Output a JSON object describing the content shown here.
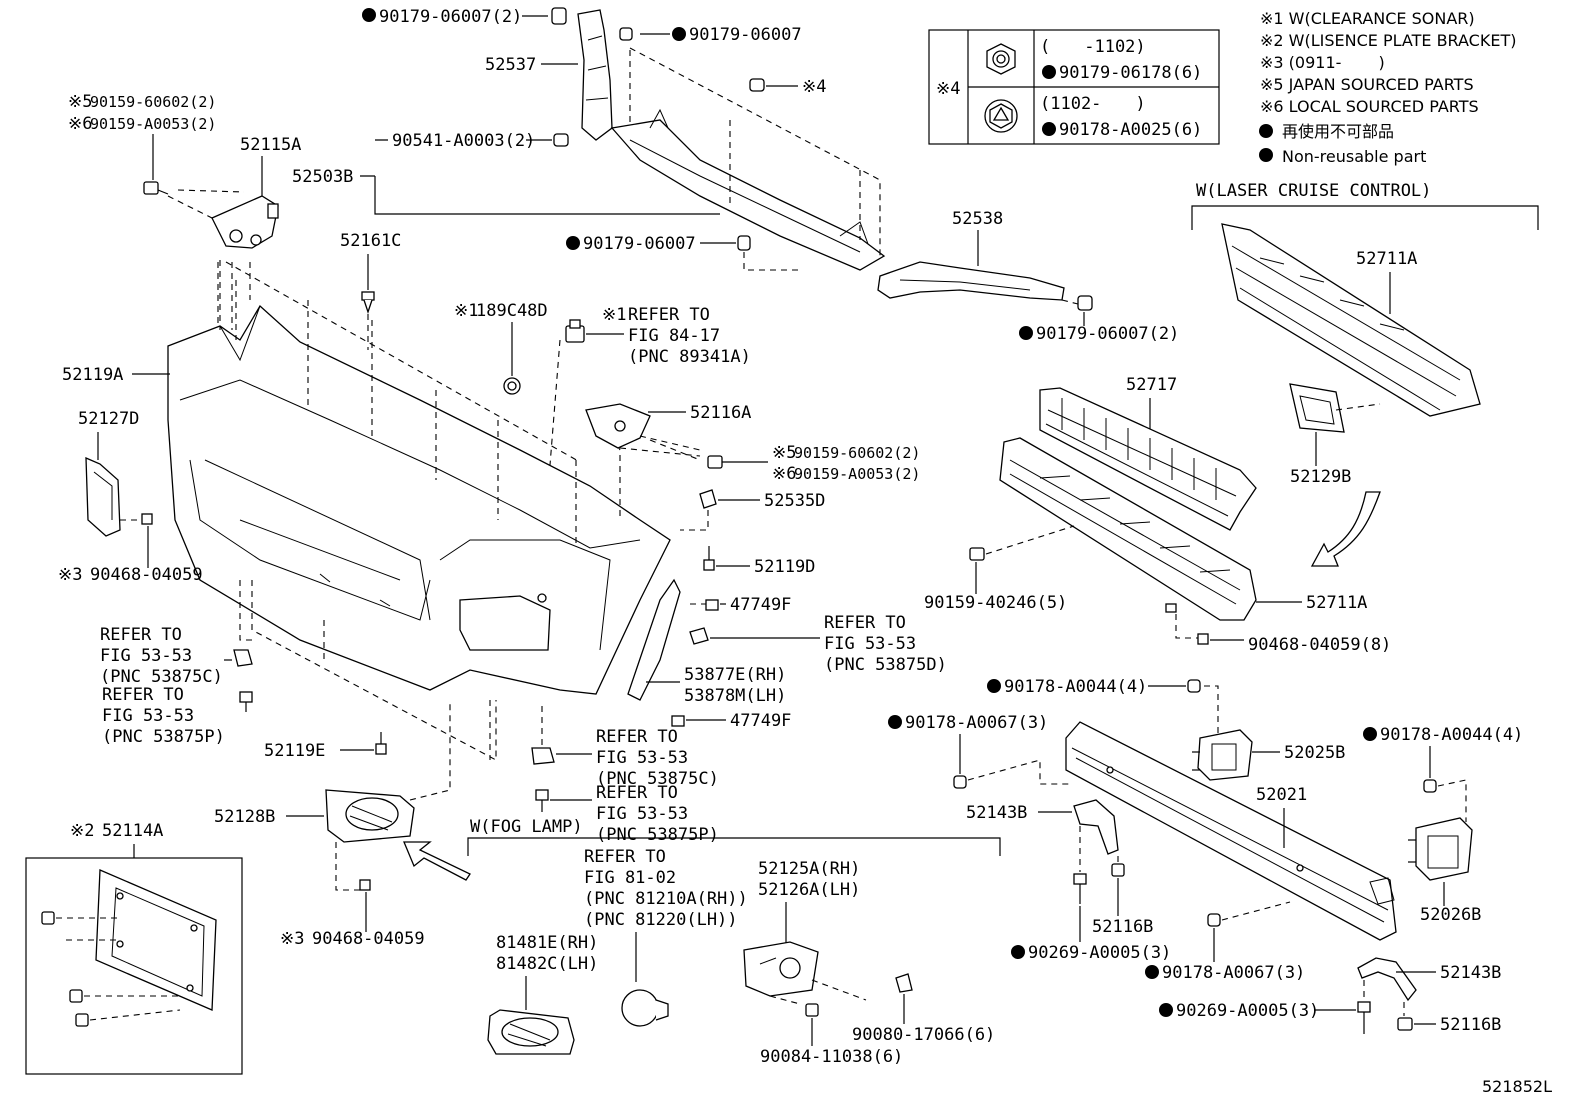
{
  "diagram_id": "521852L",
  "notes": [
    "※1 W(CLEARANCE SONAR)",
    "※2 W(LISENCE PLATE BRACKET)",
    "※3 (0911-　　 )",
    "※5 JAPAN SOURCED PARTS",
    "※6 LOCAL SOURCED PARTS",
    "再使用不可部品",
    "Non-reusable part"
  ],
  "table4": {
    "mark": "※4",
    "row1_range": "(　　-1102)",
    "row1_part": "90179-06178(6)",
    "row2_range": "(1102-　　)",
    "row2_part": "90178-A0025(6)"
  },
  "groups": {
    "laser": "W(LASER CRUISE CONTROL)",
    "fog": "W(FOG LAMP)"
  },
  "labels": {
    "p90179_06007_2_top": "90179-06007(2)",
    "p52537": "52537",
    "p90179_06007_top": "90179-06007",
    "m4": "※4",
    "p90159_60602_2_a": "90159-60602(2)",
    "p90159_A0053_2_a": "90159-A0053(2)",
    "m5a": "※5",
    "m6a": "※6",
    "p52115A": "52115A",
    "p90541": "90541-A0003(2)",
    "p52503B": "52503B",
    "p52538": "52538",
    "p90179_06007_mid": "90179-06007",
    "p52161C": "52161C",
    "p90179_06007_2_right": "90179-06007(2)",
    "p189C48D": "189C48D",
    "m189": "※1",
    "ref_84_1": "REFER TO",
    "ref_84_2": "FIG 84-17",
    "ref_84_3": "(PNC 89341A)",
    "m1": "※1",
    "p52119A": "52119A",
    "p52127D": "52127D",
    "p52116A": "52116A",
    "p90159_60602_2_b": "90159-60602(2)",
    "p90159_A0053_2_b": "90159-A0053(2)",
    "m5b": "※5",
    "m6b": "※6",
    "p52535D": "52535D",
    "m3a": "※3",
    "p90468_a": "90468-04059",
    "p52119D": "52119D",
    "p47749F_a": "47749F",
    "ref_53_c1_1": "REFER TO",
    "ref_53_c1_2": "FIG 53-53",
    "ref_53_c1_3": "(PNC 53875C)",
    "ref_53_p1_1": "REFER TO",
    "ref_53_p1_2": "FIG 53-53",
    "ref_53_p1_3": "(PNC 53875P)",
    "ref_53_d_1": "REFER TO",
    "ref_53_d_2": "FIG 53-53",
    "ref_53_d_3": "(PNC 53875D)",
    "p53877E": "53877E(RH)",
    "p53878M": "53878M(LH)",
    "p47749F_b": "47749F",
    "p52119E": "52119E",
    "ref_53_c2_1": "REFER TO",
    "ref_53_c2_2": "FIG 53-53",
    "ref_53_c2_3": "(PNC 53875C)",
    "ref_53_p2_1": "REFER TO",
    "ref_53_p2_2": "FIG 53-53",
    "ref_53_p2_3": "(PNC 53875P)",
    "p52128B": "52128B",
    "m2": "※2",
    "p52114A": "52114A",
    "m3b": "※3",
    "p90468_b": "90468-04059",
    "ref_81_1": "REFER TO",
    "ref_81_2": "FIG 81-02",
    "ref_81_3": "(PNC 81210A(RH))",
    "ref_81_4": "(PNC 81220(LH))",
    "p52125A": "52125A(RH)",
    "p52126A": "52126A(LH)",
    "p81481E": "81481E(RH)",
    "p81482C": "81482C(LH)",
    "p90080": "90080-17066(6)",
    "p90084": "90084-11038(6)",
    "p52711A_top": "52711A",
    "p52129B": "52129B",
    "p52717": "52717",
    "p90159_40246": "90159-40246(5)",
    "p52711A_bot": "52711A",
    "p90468_8": "90468-04059(8)",
    "p90178_A0044_l": "90178-A0044(4)",
    "p90178_A0067_t": "90178-A0067(3)",
    "p52025B": "52025B",
    "p90178_A0044_r": "90178-A0044(4)",
    "p52021": "52021",
    "p52143B_l": "52143B",
    "p52116B_l": "52116B",
    "p52026B": "52026B",
    "p90269_l": "90269-A0005(3)",
    "p90178_A0067_b": "90178-A0067(3)",
    "p52143B_r": "52143B",
    "p90269_r": "90269-A0005(3)",
    "p52116B_r": "52116B"
  }
}
